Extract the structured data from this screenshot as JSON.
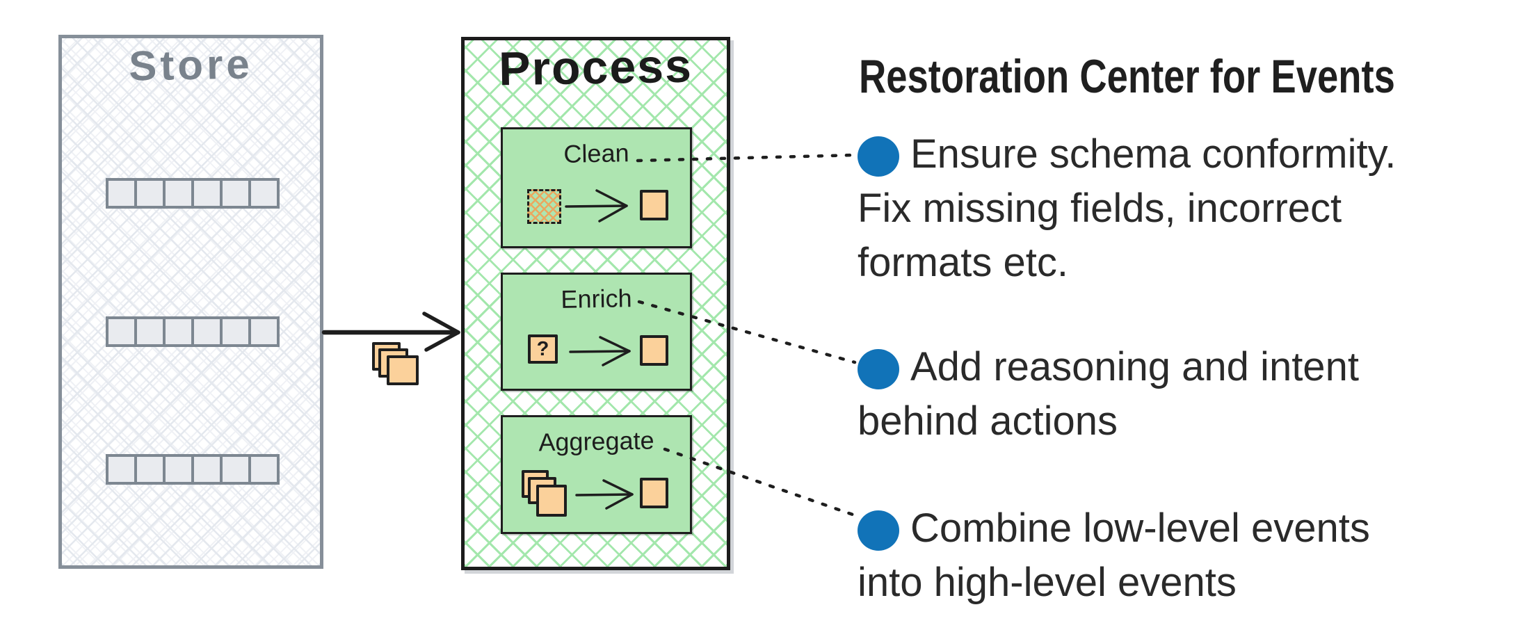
{
  "diagram": {
    "store": {
      "title": "Store",
      "rows": 3,
      "cells_per_row": 6,
      "row_icon": "event-cell-strip"
    },
    "process": {
      "title": "Process",
      "steps": [
        {
          "label": "Clean",
          "input_icon": "dirty-document-icon",
          "output_icon": "document-icon"
        },
        {
          "label": "Enrich",
          "input_icon": "question-document-icon",
          "output_icon": "document-icon",
          "glyph": "?"
        },
        {
          "label": "Aggregate",
          "input_icon": "document-stack-icon",
          "output_icon": "document-icon"
        }
      ]
    },
    "flow": {
      "from": "Store",
      "to": "Process",
      "icon": "document-stack-icon"
    }
  },
  "panel": {
    "title": "Restoration Center for Events",
    "bullets": [
      {
        "connected_step": "Clean",
        "lines": [
          "Ensure schema conformity.",
          "Fix missing fields, incorrect",
          "formats etc."
        ]
      },
      {
        "connected_step": "Enrich",
        "lines": [
          "Add reasoning and intent",
          "behind actions"
        ]
      },
      {
        "connected_step": "Aggregate",
        "lines": [
          "Combine low-level events",
          "into high-level events"
        ]
      }
    ]
  },
  "colors": {
    "bullet_blue": "#1173b8",
    "process_border": "#1c1c1c",
    "process_hatch_green": "#a3e7ac",
    "step_fill_green": "#aee5b1",
    "document_orange": "#fbd19b",
    "dirty_hatch_orange": "#eba75f",
    "store_border_gray": "#868f99",
    "store_hatch_gray": "#e4e8ee",
    "cell_fill_gray": "#e9ebef",
    "ink": "#1e1e1e",
    "body_text": "#2a2a2a"
  }
}
